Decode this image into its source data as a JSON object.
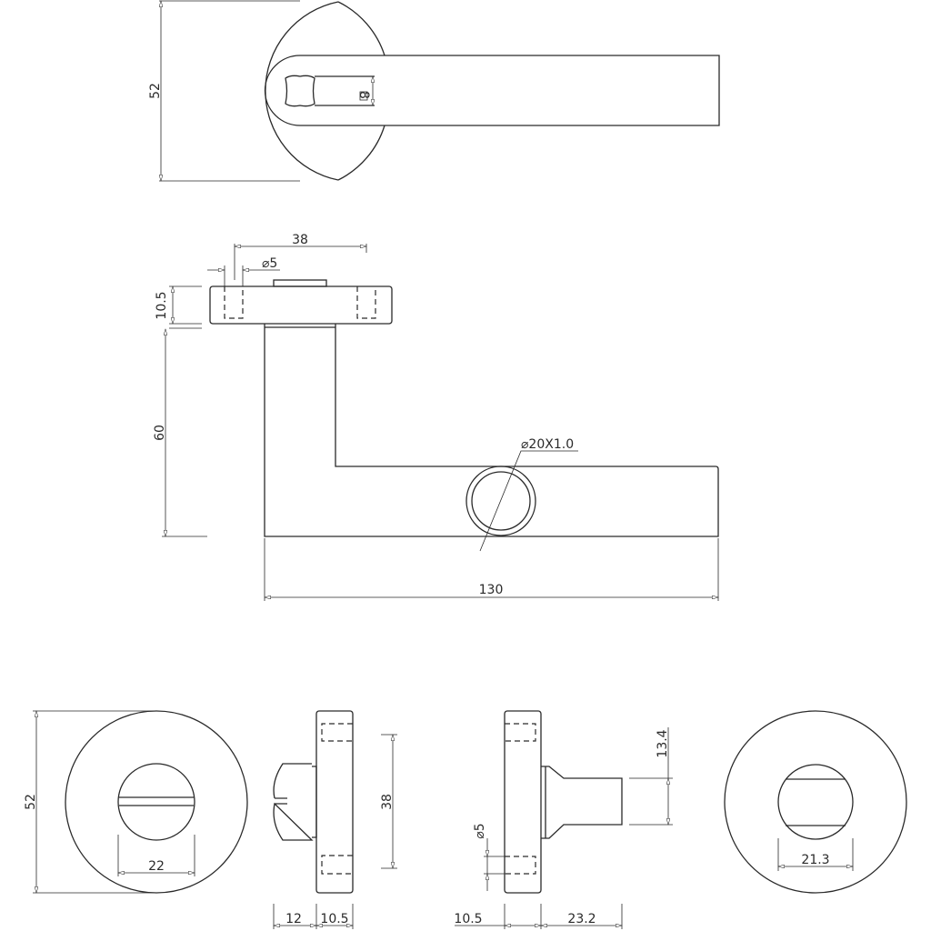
{
  "top_view": {
    "height": "52",
    "spindle": "8"
  },
  "side_view": {
    "fixing_spacing": "38",
    "hole_dia": "⌀5",
    "rose_thickness": "10.5",
    "projection": "60",
    "tube": "⌀20X1.0",
    "length": "130"
  },
  "turn_rose": {
    "dia": "52",
    "slot": "22"
  },
  "turn_side": {
    "spacing": "38",
    "knob": "12",
    "thickness": "10.5"
  },
  "release_side": {
    "hole_dia": "⌀5",
    "thickness": "10.5",
    "spindle_len": "23.2",
    "spindle_width": "13.4"
  },
  "release_rose": {
    "opening": "21.3"
  }
}
